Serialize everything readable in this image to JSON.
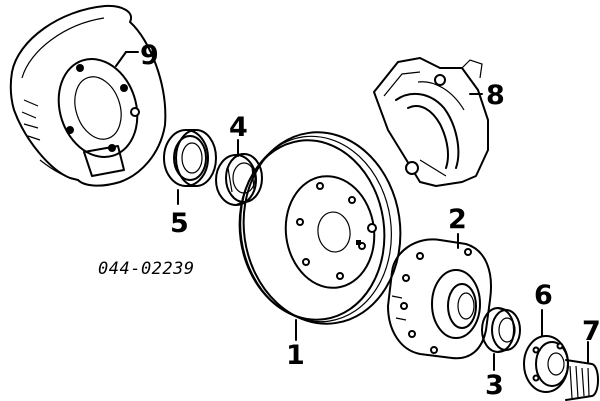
{
  "part_code": "044-02239",
  "callouts": [
    {
      "id": "1",
      "label": "1"
    },
    {
      "id": "2",
      "label": "2"
    },
    {
      "id": "3",
      "label": "3"
    },
    {
      "id": "4",
      "label": "4"
    },
    {
      "id": "5",
      "label": "5"
    },
    {
      "id": "6",
      "label": "6"
    },
    {
      "id": "7",
      "label": "7"
    },
    {
      "id": "8",
      "label": "8"
    },
    {
      "id": "9",
      "label": "9"
    }
  ]
}
